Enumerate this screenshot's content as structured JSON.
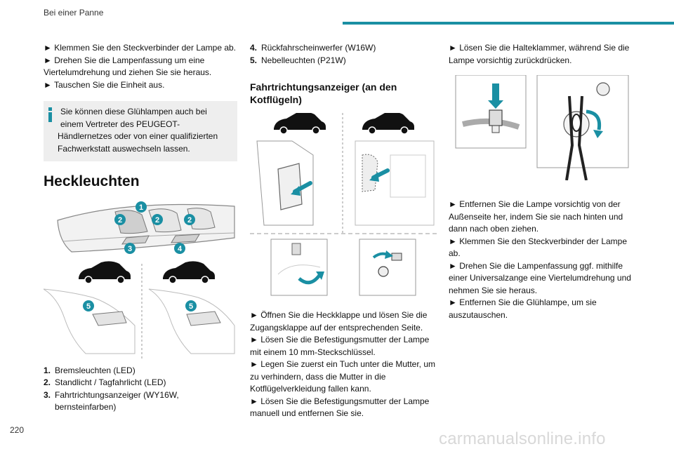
{
  "header": {
    "title": "Bei einer Panne"
  },
  "page_number": "220",
  "watermark": "carmanualsonline.info",
  "col1": {
    "steps": [
      "► Klemmen Sie den Steckverbinder der Lampe ab.",
      "► Drehen Sie die Lampenfassung um eine Viertelumdrehung und ziehen Sie sie heraus.",
      "► Tauschen Sie die Einheit aus."
    ],
    "info_lines": [
      "Sie können diese Glühlampen auch bei",
      "einem Vertreter des PEUGEOT-",
      "Händlernetzes oder von einer qualifizierten",
      "Fachwerkstatt auswechseln lassen."
    ],
    "section_title": "Heckleuchten",
    "figure_labels": [
      "1",
      "2",
      "2",
      "2",
      "3",
      "4",
      "5",
      "5"
    ],
    "list": [
      {
        "num": "1.",
        "text": "Bremsleuchten (LED)"
      },
      {
        "num": "2.",
        "text": "Standlicht / Tagfahrlicht (LED)"
      },
      {
        "num": "3.",
        "text": "Fahrtrichtungsanzeiger (WY16W, bernsteinfarben)"
      }
    ]
  },
  "col2": {
    "list": [
      {
        "num": "4.",
        "text": "Rückfahrscheinwerfer (W16W)"
      },
      {
        "num": "5.",
        "text": "Nebelleuchten (P21W)"
      }
    ],
    "sub_title": "Fahrtrichtungsanzeiger (an den Kotflügeln)",
    "steps": [
      "► Öffnen Sie die Heckklappe und lösen Sie die Zugangsklappe auf der entsprechenden Seite.",
      "► Lösen Sie die Befestigungsmutter der Lampe mit einem 10 mm-Steckschlüssel.",
      "► Legen Sie zuerst ein Tuch unter die Mutter, um zu verhindern, dass die Mutter in die Kotflügelverkleidung fallen kann.",
      "► Lösen Sie die Befestigungsmutter der Lampe manuell und entfernen Sie sie."
    ]
  },
  "col3": {
    "steps_top": [
      "► Lösen Sie die Halteklammer, während Sie die Lampe vorsichtig zurückdrücken."
    ],
    "steps_bottom": [
      "► Entfernen Sie die Lampe vorsichtig von der Außenseite her, indem Sie sie nach hinten und dann nach oben ziehen.",
      "► Klemmen Sie den Steckverbinder der Lampe ab.",
      "► Drehen Sie die Lampenfassung ggf. mithilfe einer Universalzange eine Viertelumdrehung und nehmen Sie sie heraus.",
      "► Entfernen Sie die Glühlampe, um sie auszutauschen."
    ]
  },
  "colors": {
    "accent": "#1a8fa3",
    "info_bg": "#eeeeee"
  }
}
